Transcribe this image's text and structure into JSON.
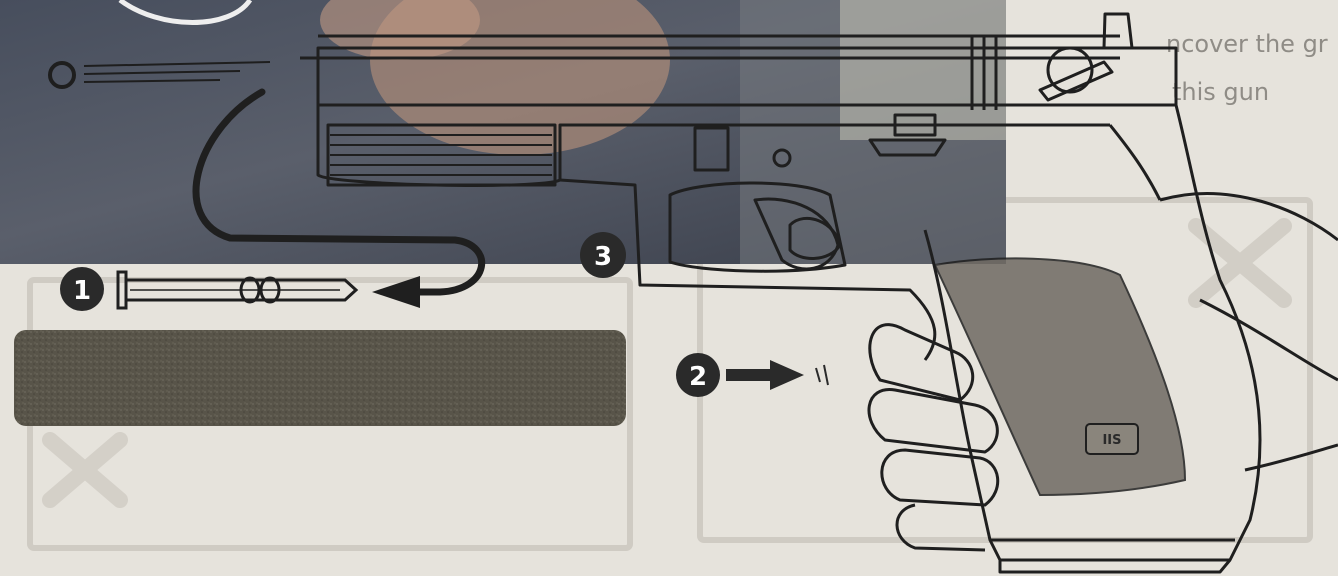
{
  "background_text": [
    "ncover the gr",
    "this gun"
  ],
  "steps": [
    {
      "number": "1"
    },
    {
      "number": "2"
    },
    {
      "number": "3"
    }
  ],
  "grip_badge": "IIS",
  "colors": {
    "paper": "#e6e3dc",
    "line": "#2a2a2a",
    "photo_overlay": "#3b4150",
    "grip_panel": "#6f6a63",
    "label_bar": "#585449",
    "step_circle": "#2a2a2a"
  }
}
